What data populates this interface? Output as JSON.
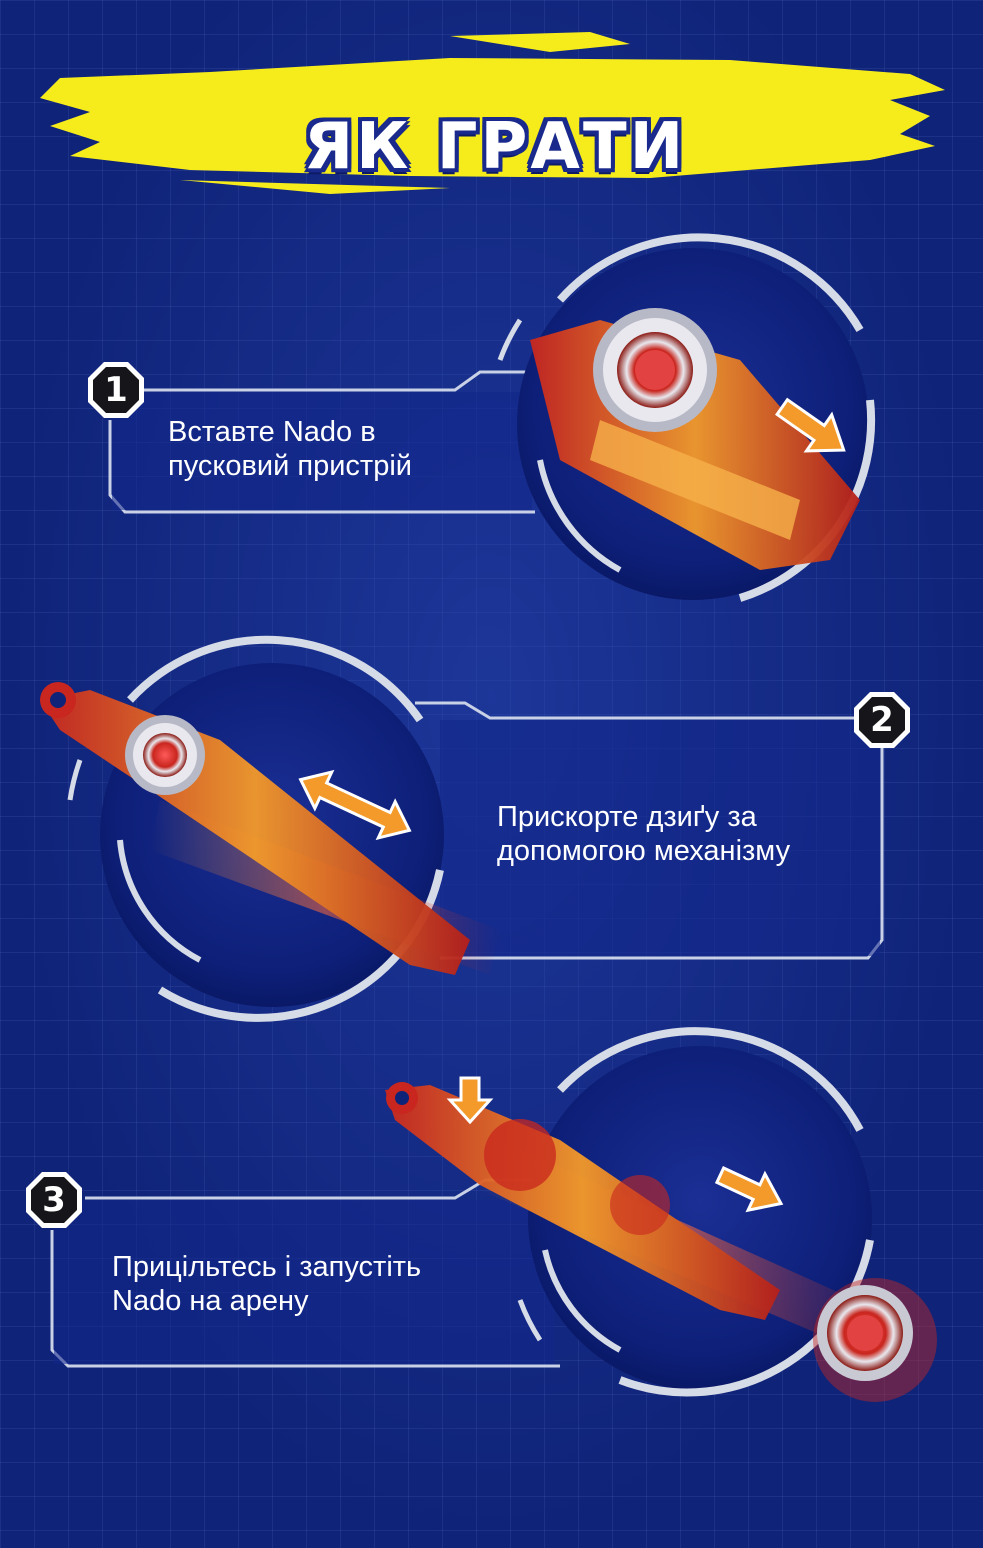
{
  "title": "ЯК ГРАТИ",
  "colors": {
    "background": "#0f2378",
    "banner_yellow": "#f6ec1c",
    "panel_border": "#c9d1e6",
    "accent_red": "#c8261e",
    "accent_orange": "#f39a2a"
  },
  "steps": [
    {
      "number": "1",
      "lines": [
        "Вставте Nado в",
        "пусковий пристрій"
      ]
    },
    {
      "number": "2",
      "lines": [
        "Прискорте дзиґу за",
        "допомогою механізму"
      ]
    },
    {
      "number": "3",
      "lines": [
        "Прицільтесь і запустіть",
        "Nado на арену"
      ]
    }
  ],
  "icons": [
    "hexagon-badge-icon",
    "arrow-icon",
    "double-arrow-icon",
    "down-arrow-icon"
  ]
}
